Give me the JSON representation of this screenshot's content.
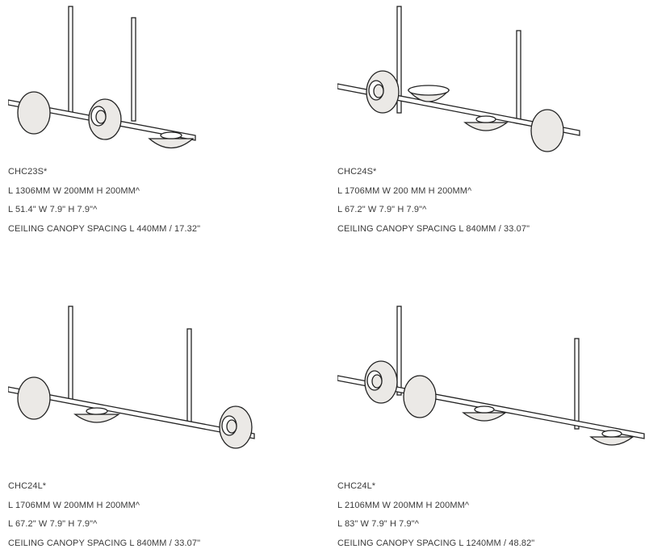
{
  "products": [
    {
      "model": "CHC23S*",
      "dims_mm": "L 1306MM  W 200MM  H 200MM^",
      "dims_in": "L 51.4\"  W 7.9\"  H 7.9\"^",
      "spacing": "CEILING CANOPY SPACING  L 440MM / 17.32\""
    },
    {
      "model": "CHC24S*",
      "dims_mm": "L 1706MM  W 200 MM  H 200MM^",
      "dims_in": "L 67.2\"  W 7.9\"  H 7.9\"^",
      "spacing": "CEILING CANOPY SPACING  L 840MM / 33.07\""
    },
    {
      "model": "CHC24L*",
      "dims_mm": "L 1706MM  W 200MM  H 200MM^",
      "dims_in": "L 67.2\"  W 7.9\"  H 7.9\"^",
      "spacing": "CEILING CANOPY SPACING  L 840MM / 33.07\""
    },
    {
      "model": "CHC24L*",
      "dims_mm": "L 2106MM  W 200MM  H 200MM^",
      "dims_in": "L 83\"  W 7.9\"  H 7.9\"^",
      "spacing": "CEILING CANOPY SPACING  L 1240MM / 48.82\""
    }
  ]
}
